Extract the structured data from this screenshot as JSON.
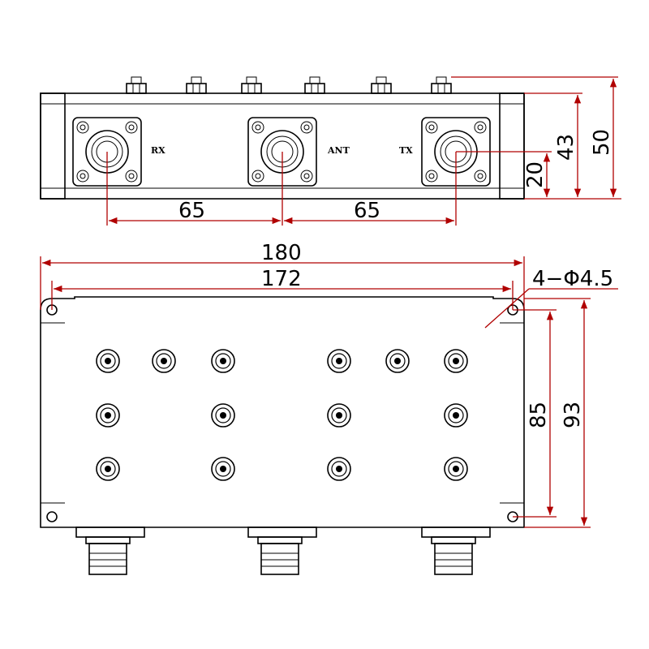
{
  "ports": {
    "rx_label": "RX",
    "ant_label": "ANT",
    "tx_label": "TX"
  },
  "dimensions": {
    "port_spacing_left": "65",
    "port_spacing_right": "65",
    "tx_port_height": "20",
    "top_body_height": "43",
    "overall_height": "50",
    "overall_length": "180",
    "mounting_hole_spacing_x": "172",
    "mounting_hole_callout": "4−Φ4.5",
    "mounting_hole_spacing_y": "85",
    "overall_width": "93"
  },
  "colors": {
    "outline": "#000000",
    "dimension_line": "#b00000"
  }
}
